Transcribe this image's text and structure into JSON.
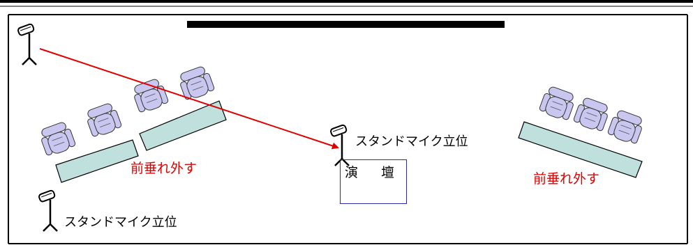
{
  "labels": {
    "stand_mic_center": "スタンドマイク立位",
    "stand_mic_left": "スタンドマイク立位",
    "remove_drape_left": "前垂れ外す",
    "remove_drape_right": "前垂れ外す",
    "podium_char1": "演",
    "podium_char2": "壇"
  },
  "colors": {
    "arrow": "#e00000",
    "table_fill": "#bfe0dc",
    "chair_fill": "#c9c6f0",
    "podium_border": "#2a2aa0"
  }
}
